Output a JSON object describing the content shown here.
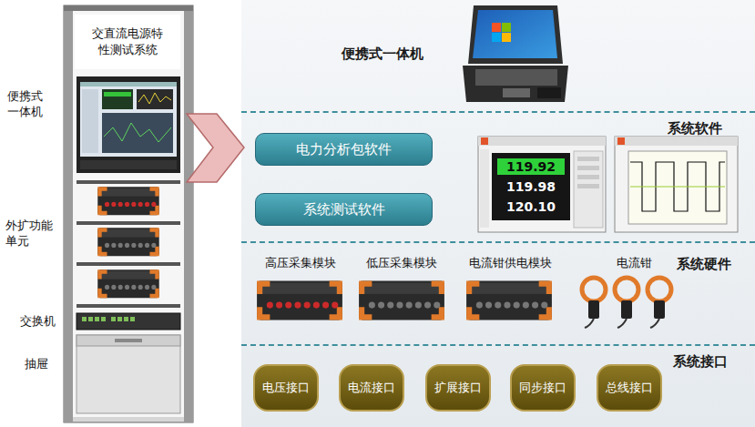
{
  "diagram": {
    "nodes": [
      {
        "text": [
          "交直流电源特性测试系统"
        ]
      },
      {
        "text": [
          "便携式一体机"
        ]
      },
      {
        "text": [
          "系统软件"
        ]
      },
      {
        "text": [
          "系统硬件"
        ]
      },
      {
        "text": [
          "系统接口"
        ]
      },
      {
        "text": [
          "电力分析包软件"
        ],
        "in": 2
      },
      {
        "text": [
          "系统测试软件"
        ],
        "in": 2
      },
      {
        "text": [
          "电压接口"
        ],
        "in": 4
      },
      {
        "text": [
          "电流接口"
        ],
        "in": 4
      },
      {
        "text": [
          "扩展接口"
        ],
        "in": 4
      },
      {
        "text": [
          "同步接口"
        ],
        "in": 4
      },
      {
        "text": [
          "总线接口"
        ],
        "in": 4
      }
    ],
    "labels": [
      "便携式一体机",
      "外扩功能单元",
      "交换机",
      "抽屉",
      "高压采集模块",
      "低压采集模块",
      "电流钳供电模块",
      "电流钳",
      "119.92",
      "119.98",
      "120.10"
    ]
  }
}
